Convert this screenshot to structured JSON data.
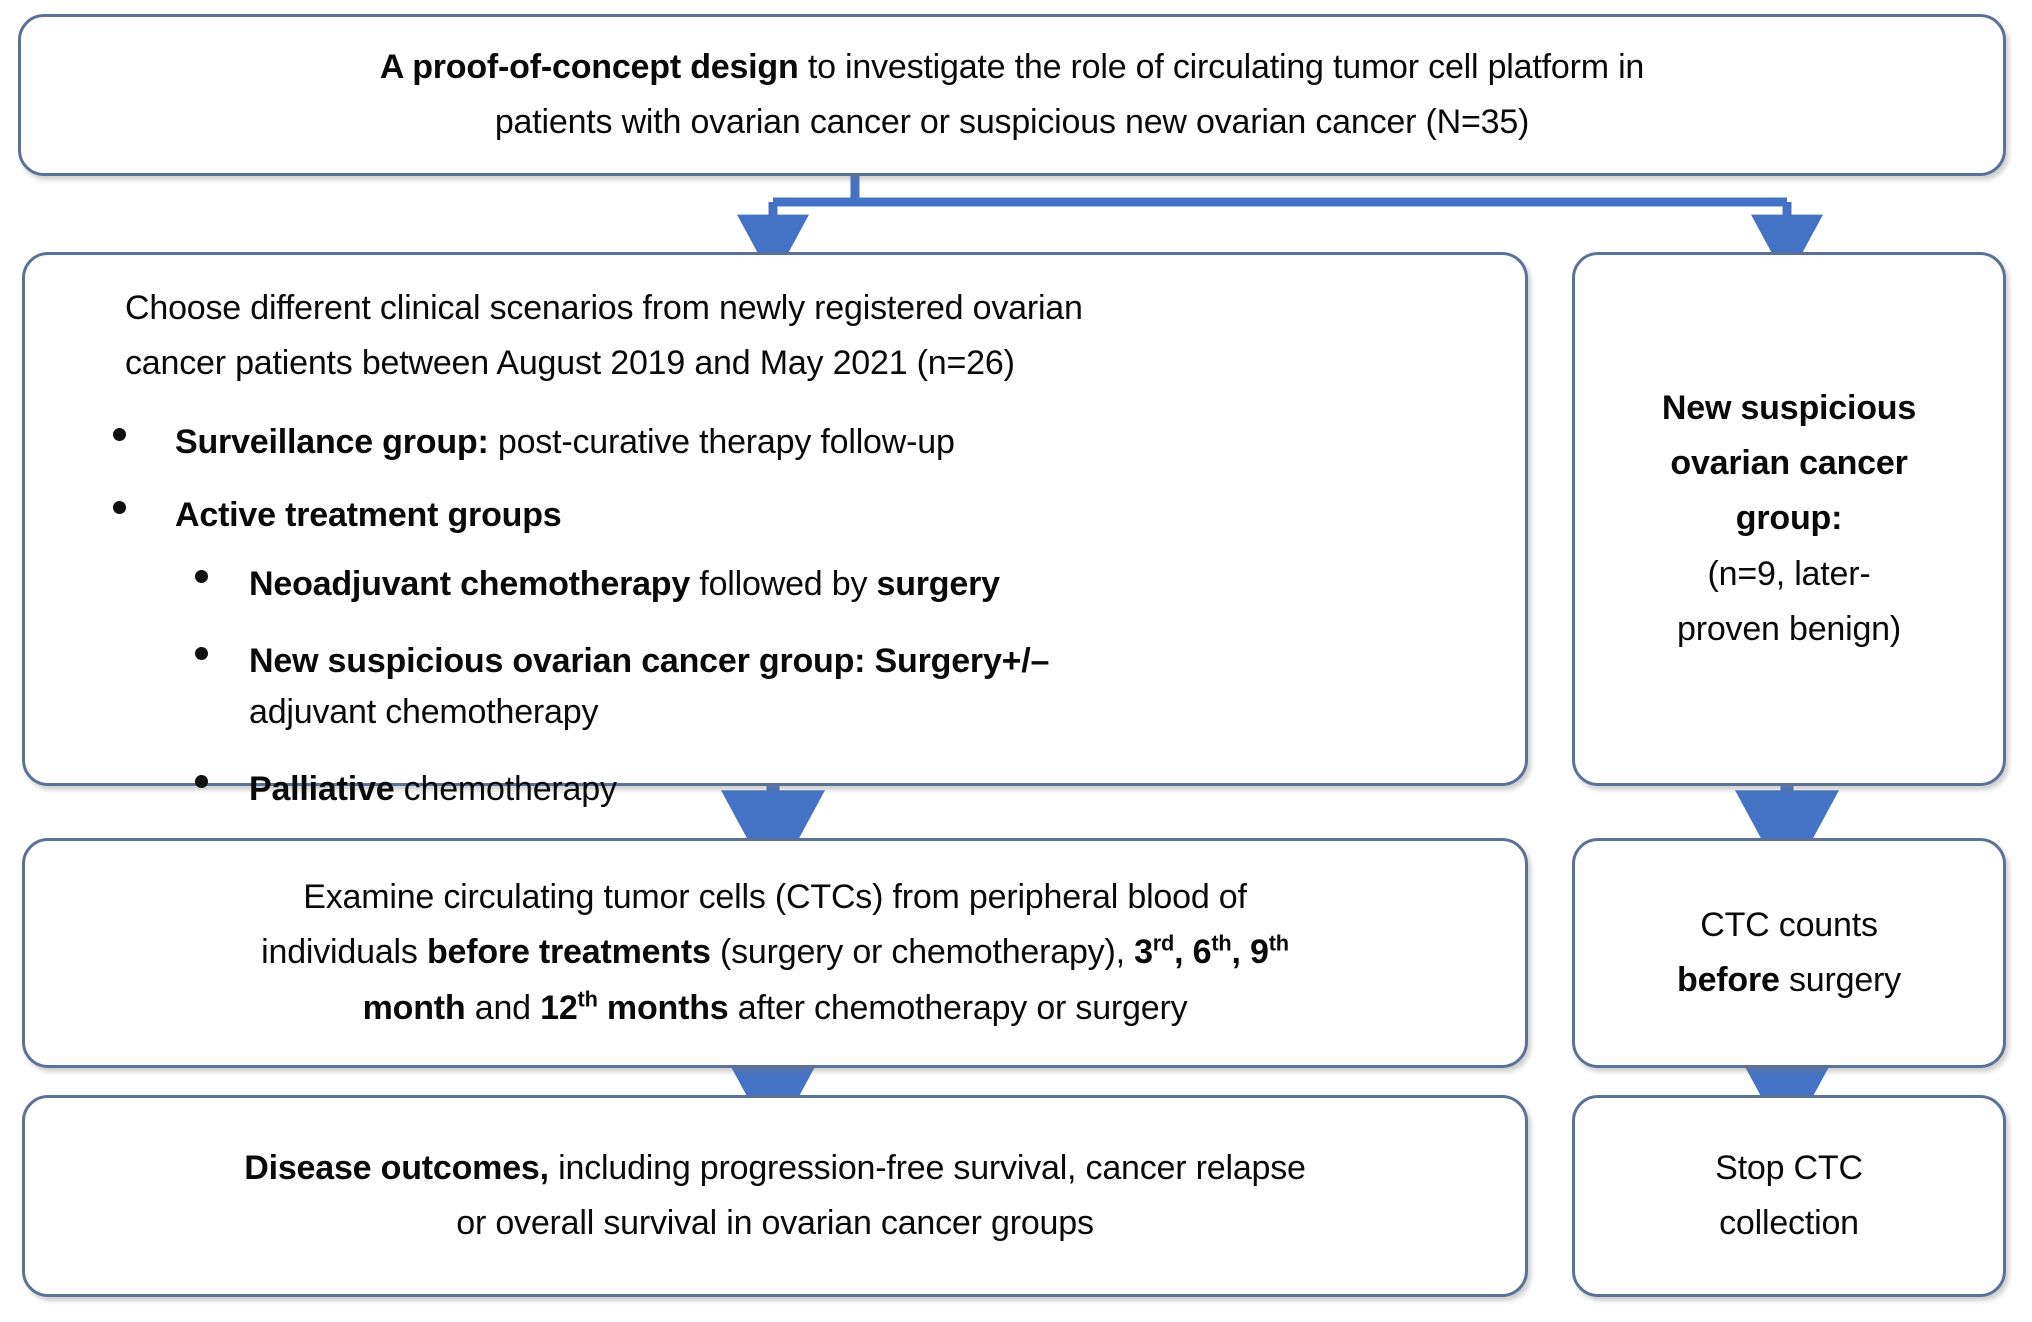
{
  "diagram": {
    "title_flow": "Study design flowchart for circulating tumor cell platform in ovarian cancer",
    "accent_arrow_color": "#4472c4",
    "box_border_color": "#5b7296",
    "box_fill_color": "#fefefe"
  },
  "top_box": {
    "bold_lead": "A proof-of-concept design",
    "rest_line1": " to investigate the role of circulating tumor cell platform in",
    "line2": "patients with ovarian cancer or suspicious new ovarian cancer (N=35)"
  },
  "scenarios_box": {
    "lead_line1": "Choose different clinical scenarios from newly registered ovarian",
    "lead_line2": "cancer patients between August 2019 and May 2021 (n=26)",
    "bullets": [
      {
        "bold": "Surveillance group:",
        "rest": " post-curative therapy follow-up"
      },
      {
        "bold": "Active treatment groups",
        "rest": "",
        "sub_bullets": [
          {
            "bold1": "Neoadjuvant chemotherapy",
            "mid": " followed by ",
            "bold2": "surgery",
            "tail": ""
          },
          {
            "bold1": "New suspicious ovarian cancer group: Surgery+/–",
            "mid": "",
            "bold2": "",
            "tail": "adjuvant chemotherapy"
          },
          {
            "bold1": "Palliative",
            "mid": " chemotherapy",
            "bold2": "",
            "tail": ""
          }
        ]
      }
    ]
  },
  "suspicious_box": {
    "bold_line1": "New suspicious",
    "bold_line2": "ovarian cancer",
    "bold_line3": "group:",
    "line4": "(n=9, later-",
    "line5": "proven benign)"
  },
  "ctc_examine_box": {
    "line1": "Examine circulating tumor cells (CTCs) from peripheral blood of",
    "seg_a": "individuals ",
    "seg_b_bold": "before treatments",
    "seg_c": " (surgery or chemotherapy), ",
    "seg_d_bold_3": "3",
    "seg_d_sup_3": "rd",
    "seg_d_sep_1": ", ",
    "seg_d_bold_6": "6",
    "seg_d_sup_6": "th",
    "seg_d_sep_2": ", ",
    "seg_d_bold_9": "9",
    "seg_d_sup_9": "th",
    "seg_e_bold_month": "month",
    "seg_f": " and ",
    "seg_g_bold_12": "12",
    "seg_g_sup_12": "th",
    "seg_h_bold_months": " months",
    "seg_i": " after chemotherapy or surgery"
  },
  "ctc_counts_box": {
    "line1": "CTC counts",
    "bold": "before",
    "rest": " surgery"
  },
  "outcomes_box": {
    "bold_lead": "Disease outcomes,",
    "rest_line1": " including progression-free survival, cancer relapse",
    "line2": "or overall survival in ovarian cancer groups"
  },
  "stop_box": {
    "line1": "Stop CTC",
    "line2": "collection"
  },
  "connectors": [
    {
      "name": "top-to-branch-stem",
      "from": "top_box",
      "to": "branch-bar"
    },
    {
      "name": "branch-to-scenarios",
      "from": "branch-bar",
      "to": "scenarios_box"
    },
    {
      "name": "branch-to-suspicious",
      "from": "branch-bar",
      "to": "suspicious_box"
    },
    {
      "name": "scenarios-to-ctc-examine",
      "from": "scenarios_box",
      "to": "ctc_examine_box"
    },
    {
      "name": "ctc-examine-to-outcomes",
      "from": "ctc_examine_box",
      "to": "outcomes_box"
    },
    {
      "name": "suspicious-to-ctc-counts",
      "from": "suspicious_box",
      "to": "ctc_counts_box"
    },
    {
      "name": "ctc-counts-to-stop",
      "from": "ctc_counts_box",
      "to": "stop_box"
    }
  ]
}
